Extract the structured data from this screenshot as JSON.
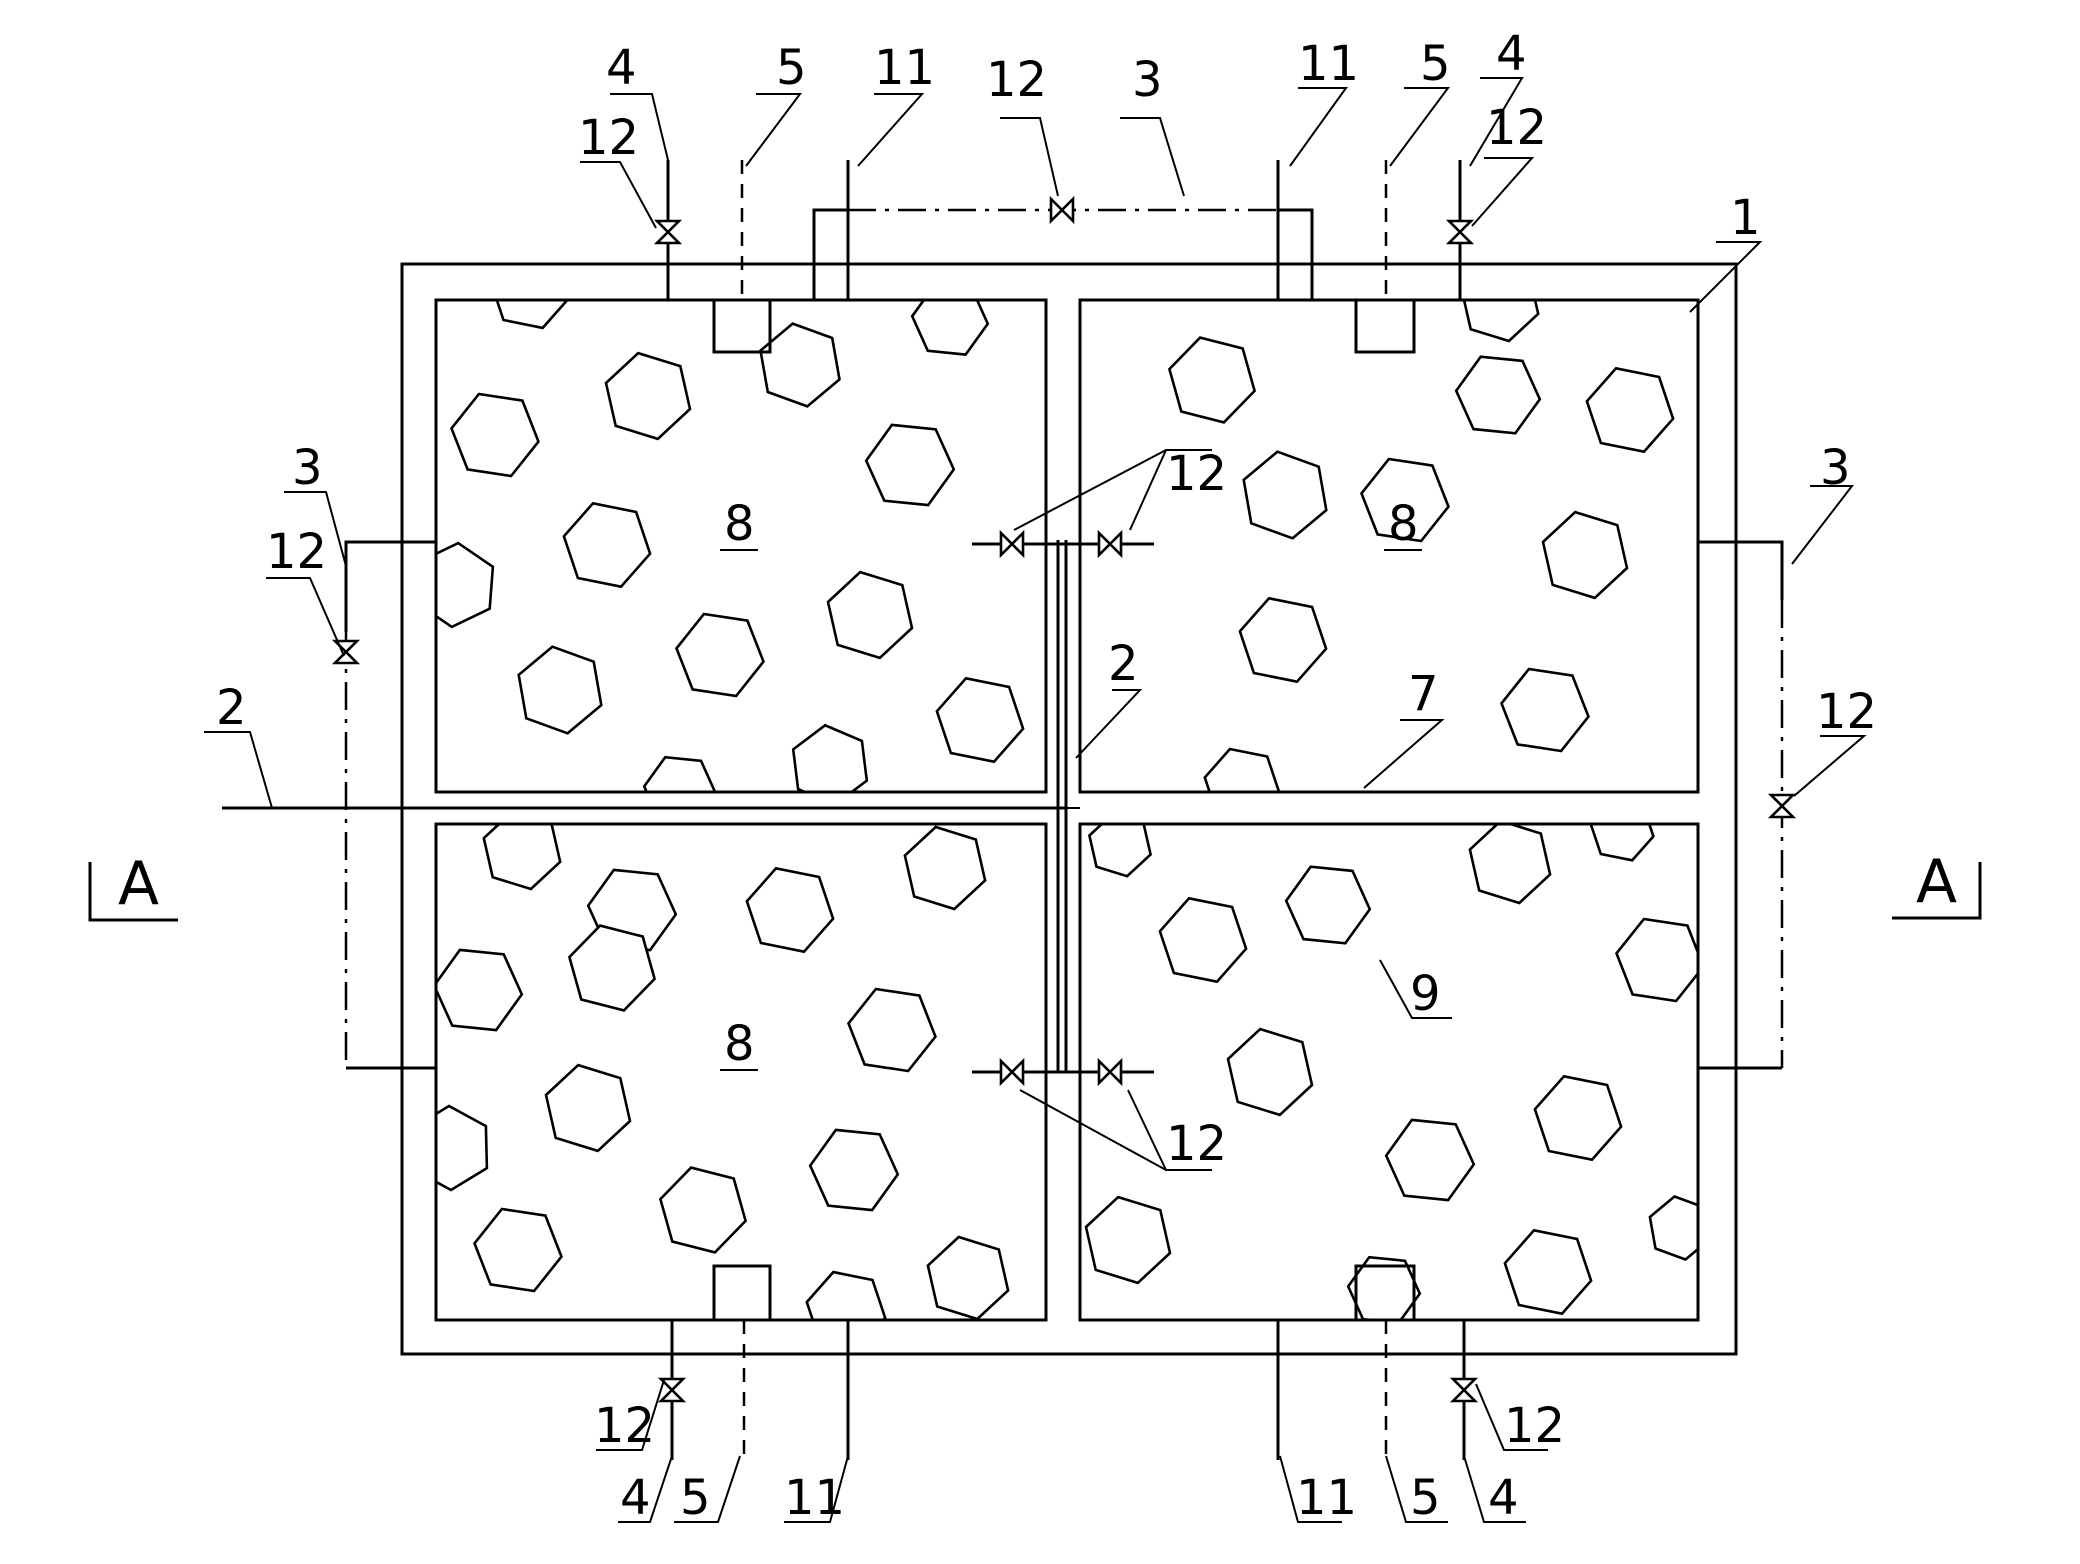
{
  "figure": {
    "part_labels": {
      "outer_wall": "1",
      "partition_pipe": "2",
      "connecting_pipe": "3",
      "inlet_pipe": "4",
      "dashed_pipe": "5",
      "divider": "7",
      "cell": "8",
      "cell_variant": "9",
      "vertical_pipe": "11",
      "valve": "12"
    },
    "section_marker": "A"
  }
}
